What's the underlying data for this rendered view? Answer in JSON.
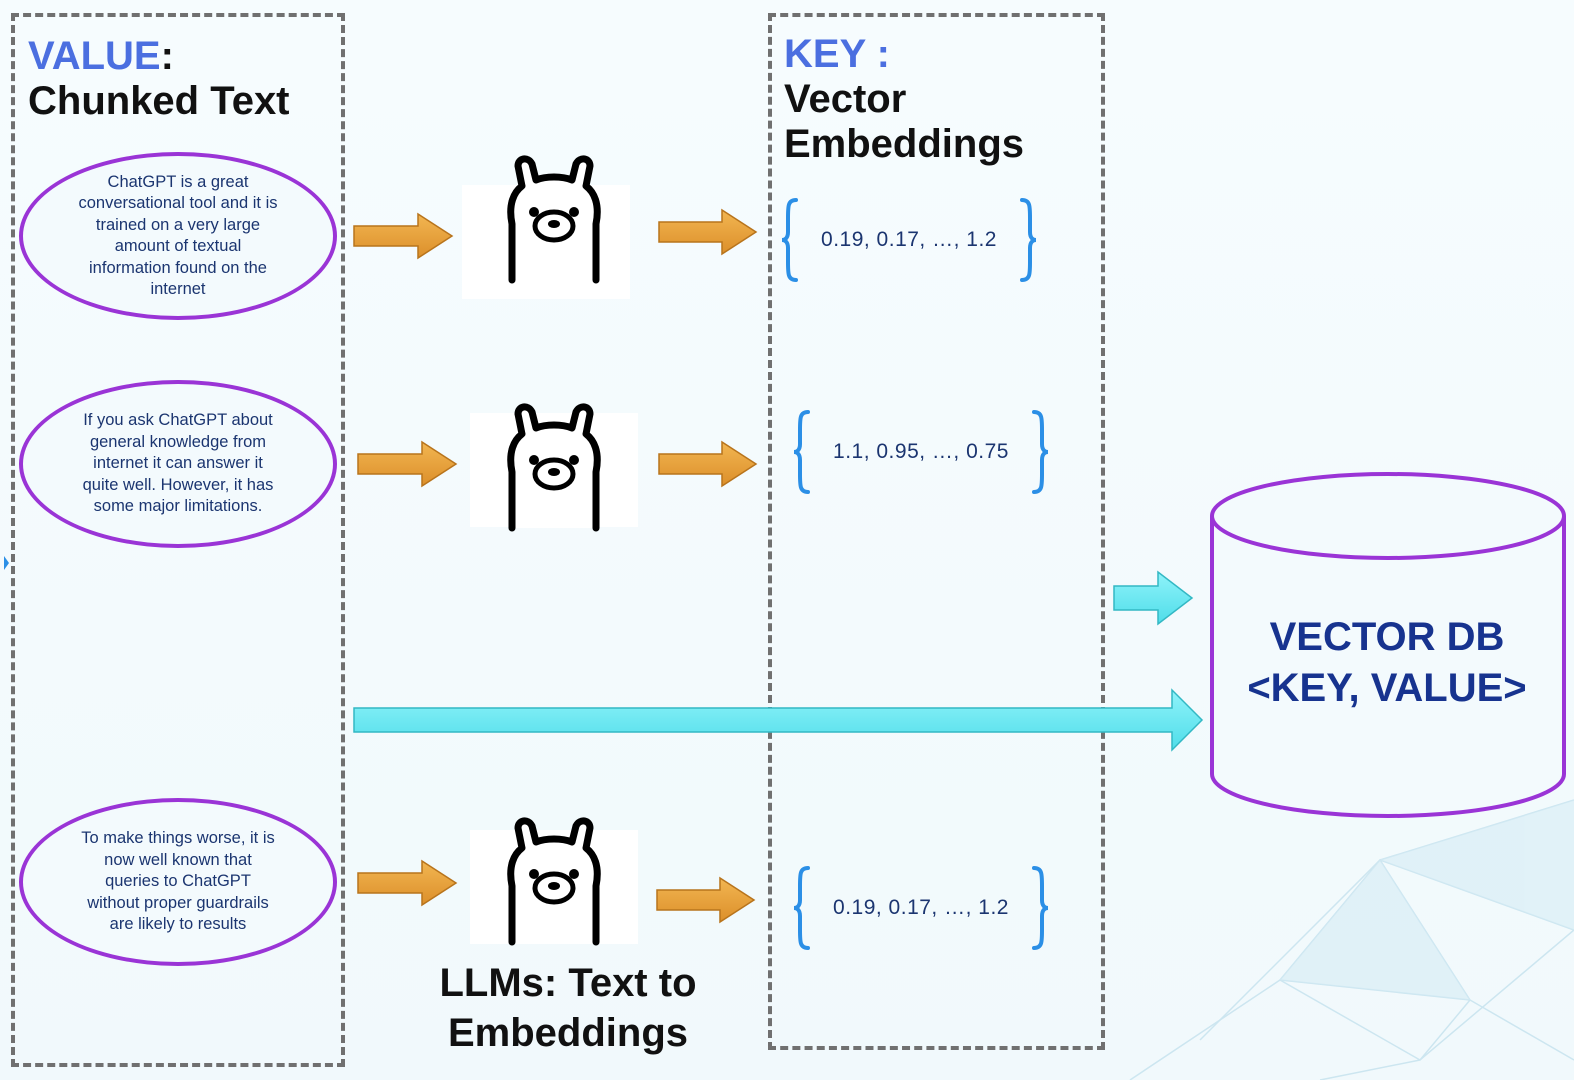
{
  "headings": {
    "value_label": "VALUE",
    "value_colon": ":",
    "value_sub": "Chunked Text",
    "key_label": "KEY :",
    "key_sub_1": "Vector",
    "key_sub_2": "Embeddings"
  },
  "chunks": [
    "ChatGPT  is a great conversational tool and it is trained on a very large amount  of textual information  found on the internet",
    "If you ask ChatGPT about general knowledge from internet it can answer it quite well. However, it has some major  limitations.",
    "To make  things worse, it is now well known that queries to ChatGPT without proper guardrails are likely  to results"
  ],
  "embeddings": [
    "0.19, 0.17, …, 1.2",
    "1.1, 0.95, …, 0.75",
    "0.19, 0.17, …, 1.2"
  ],
  "llm_caption": {
    "line1": "LLMs: Text to",
    "line2": "Embeddings"
  },
  "database": {
    "line1": "VECTOR DB",
    "line2": "<KEY, VALUE>"
  },
  "colors": {
    "accent_heading": "#4b6fe0",
    "bubble_border": "#9a34d6",
    "orange_arrow": "#e8a13c",
    "cyan_arrow": "#6eeaf3",
    "brace": "#2b8fe6",
    "db_text": "#17338f"
  },
  "icons": {
    "model": "llama-icon",
    "database": "cylinder-icon"
  }
}
